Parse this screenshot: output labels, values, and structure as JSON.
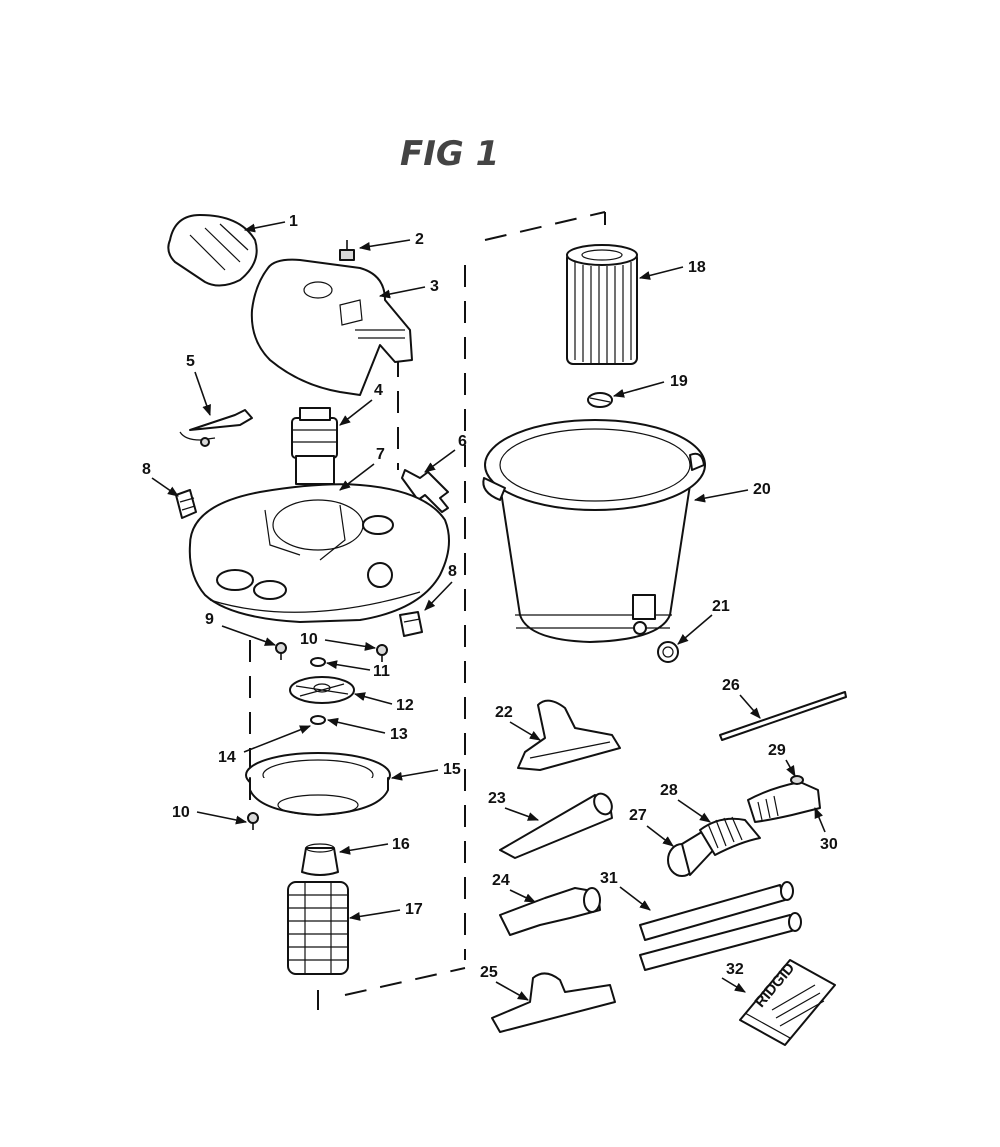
{
  "figure": {
    "title": "FIG 1"
  },
  "manual": {
    "brand": "RIDGID"
  },
  "callouts": [
    {
      "id": "c1",
      "label": "1"
    },
    {
      "id": "c2",
      "label": "2"
    },
    {
      "id": "c3",
      "label": "3"
    },
    {
      "id": "c4",
      "label": "4"
    },
    {
      "id": "c5",
      "label": "5"
    },
    {
      "id": "c6",
      "label": "6"
    },
    {
      "id": "c7",
      "label": "7"
    },
    {
      "id": "c8a",
      "label": "8"
    },
    {
      "id": "c8b",
      "label": "8"
    },
    {
      "id": "c9",
      "label": "9"
    },
    {
      "id": "c10a",
      "label": "10"
    },
    {
      "id": "c10b",
      "label": "10"
    },
    {
      "id": "c11",
      "label": "11"
    },
    {
      "id": "c12",
      "label": "12"
    },
    {
      "id": "c13",
      "label": "13"
    },
    {
      "id": "c14",
      "label": "14"
    },
    {
      "id": "c15",
      "label": "15"
    },
    {
      "id": "c16",
      "label": "16"
    },
    {
      "id": "c17",
      "label": "17"
    },
    {
      "id": "c18",
      "label": "18"
    },
    {
      "id": "c19",
      "label": "19"
    },
    {
      "id": "c20",
      "label": "20"
    },
    {
      "id": "c21",
      "label": "21"
    },
    {
      "id": "c22",
      "label": "22"
    },
    {
      "id": "c23",
      "label": "23"
    },
    {
      "id": "c24",
      "label": "24"
    },
    {
      "id": "c25",
      "label": "25"
    },
    {
      "id": "c26",
      "label": "26"
    },
    {
      "id": "c27",
      "label": "27"
    },
    {
      "id": "c28",
      "label": "28"
    },
    {
      "id": "c29",
      "label": "29"
    },
    {
      "id": "c30",
      "label": "30"
    },
    {
      "id": "c31",
      "label": "31"
    },
    {
      "id": "c32",
      "label": "32"
    }
  ]
}
